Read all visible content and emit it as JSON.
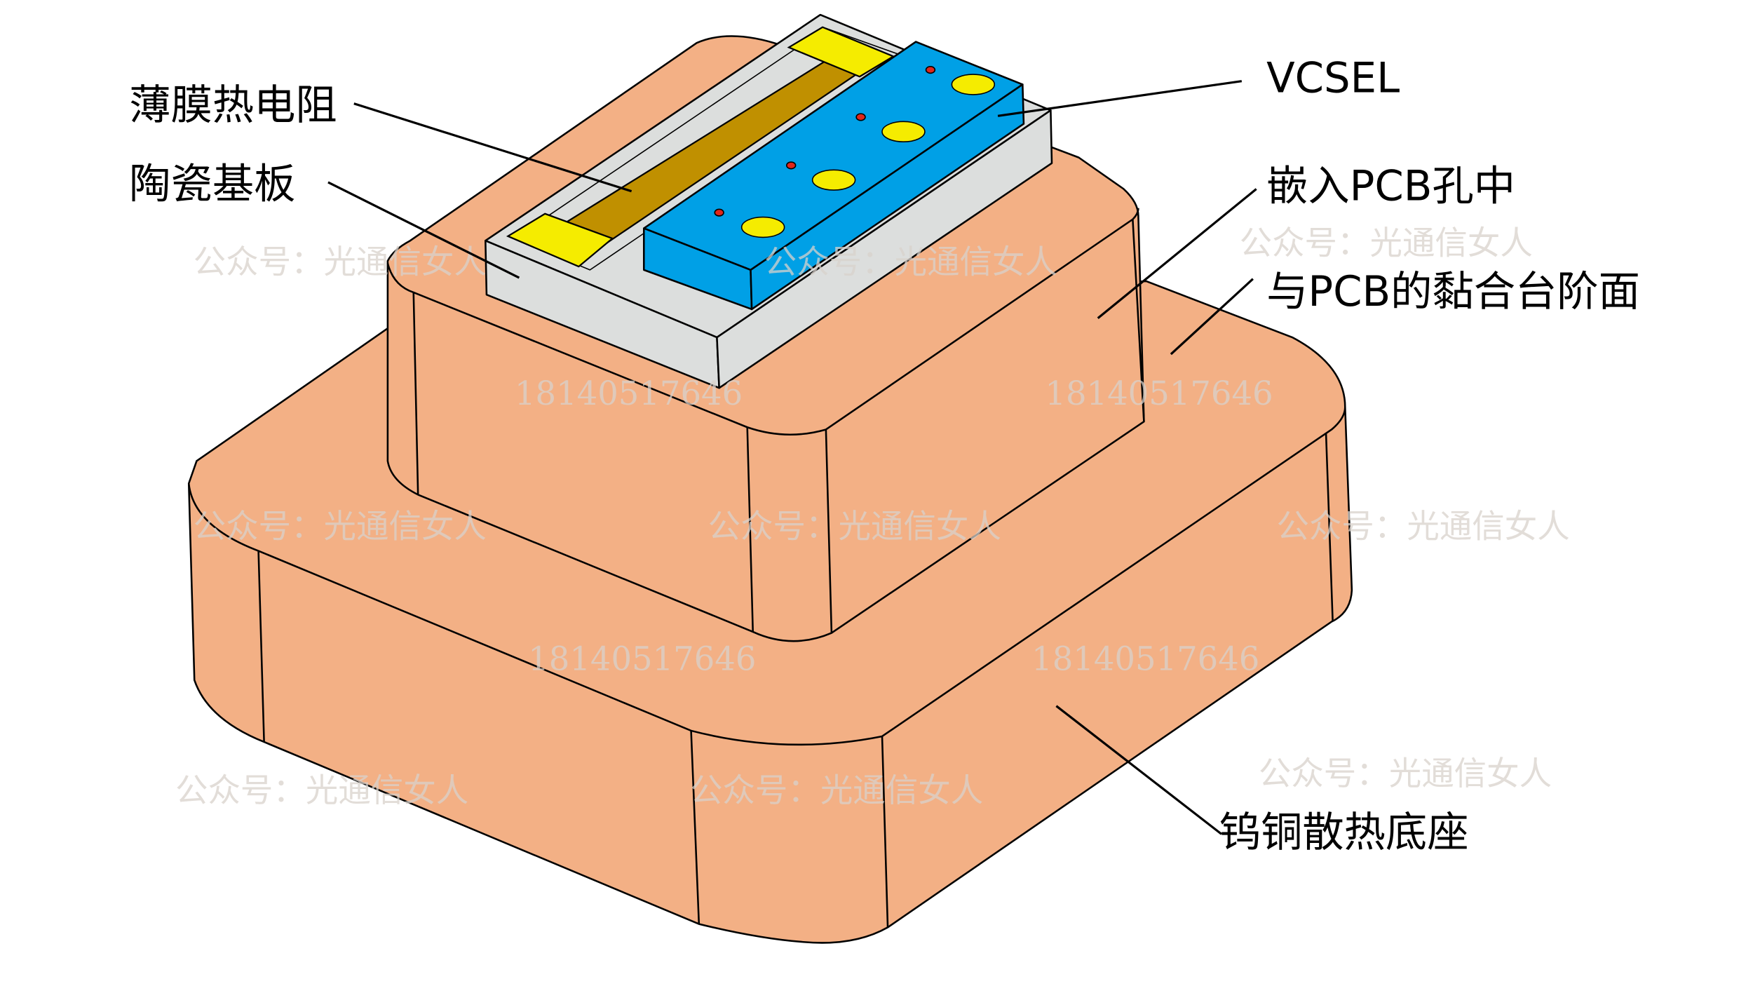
{
  "labels": {
    "thin_film_resistor": "薄膜热电阻",
    "ceramic_substrate": "陶瓷基板",
    "vcsel": "VCSEL",
    "embedded_in_pcb_hole": "嵌入PCB孔中",
    "pcb_bonding_step": "与PCB的黏合台阶面",
    "wcu_heatsink_base": "钨铜散热底座"
  },
  "watermark": {
    "account": "公众号：光通信女人",
    "phone": "18140517646"
  },
  "colors": {
    "copper": "#f3b085",
    "ceramic": "#dcdedd",
    "vcsel": "#00a0e6",
    "pad": "#f5ec00",
    "resistor": "#c09000",
    "emitter_dot": "#e0261b"
  }
}
